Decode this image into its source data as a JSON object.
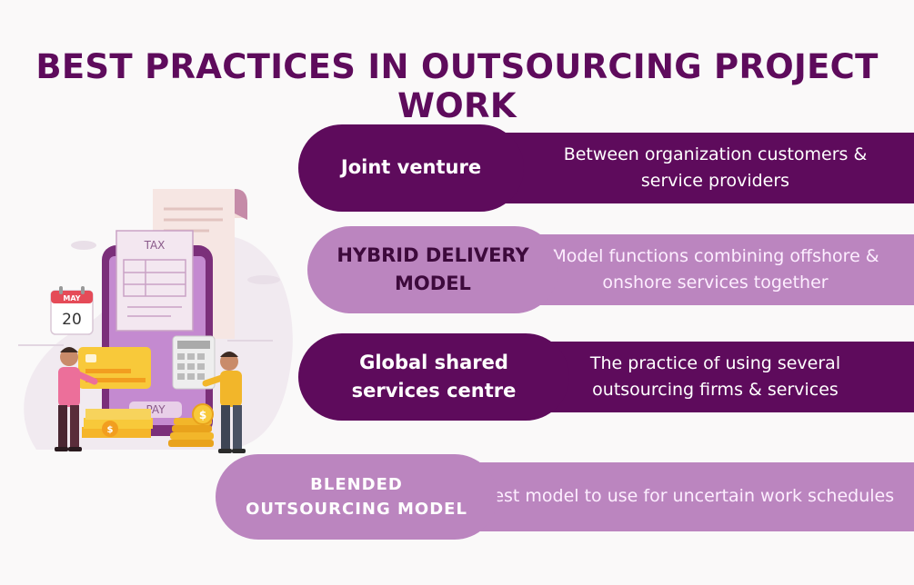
{
  "title": "BEST PRACTICES IN OUTSOURCING PROJECT WORK",
  "practices": [
    {
      "name": "Joint venture",
      "description": "Between organization customers & service providers"
    },
    {
      "name": "HYBRID DELIVERY MODEL",
      "description": "Model functions combining offshore & onshore services together"
    },
    {
      "name": "Global shared services centre",
      "description": "The practice of using several outsourcing firms & services"
    },
    {
      "name": "BLENDED OUTSOURCING MODEL",
      "description": "The best model to use for uncertain work schedules"
    }
  ],
  "illustration": {
    "receipt_label": "TAX",
    "pay_label": "PAY",
    "calendar_month": "MAY",
    "calendar_day": "20",
    "coin_symbol": "$"
  },
  "colors": {
    "dark_purple": "#5e0b5c",
    "light_purple": "#bb85bf"
  }
}
